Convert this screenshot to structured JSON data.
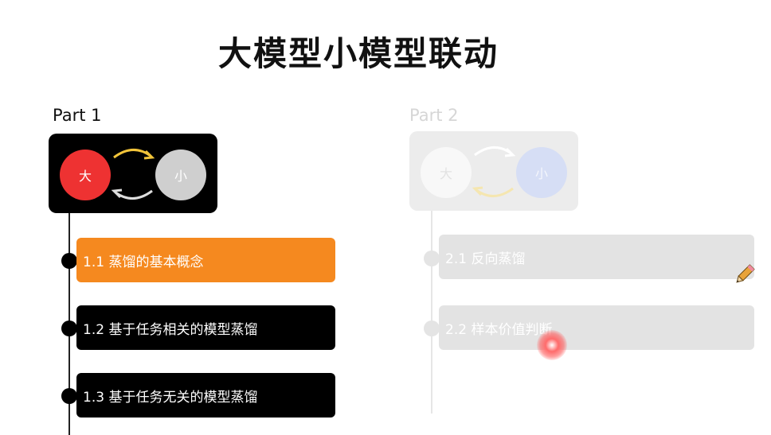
{
  "slide": {
    "title": "大模型小模型联动"
  },
  "part1": {
    "label": "Part 1",
    "big_label": "大",
    "small_label": "小",
    "items": [
      {
        "label": "1.1 蒸馏的基本概念",
        "state": "active"
      },
      {
        "label": "1.2 基于任务相关的模型蒸馏",
        "state": "normal"
      },
      {
        "label": "1.3 基于任务无关的模型蒸馏",
        "state": "normal"
      }
    ]
  },
  "part2": {
    "label": "Part 2",
    "big_label": "大",
    "small_label": "小",
    "items": [
      {
        "label": "2.1 反向蒸馏",
        "state": "dimmed"
      },
      {
        "label": "2.2 样本价值判断",
        "state": "dimmed"
      }
    ]
  },
  "overlay": {
    "pencil_icon": "pencil-icon",
    "laser_pointer": "laser-pointer-icon"
  },
  "colors": {
    "active": "#f5891f",
    "normal": "#000000",
    "dimmed": "#e3e3e3",
    "big_circle": "#ee3232",
    "small_circle": "#cfcfcf",
    "arrow_yellow": "#f2c43a"
  }
}
